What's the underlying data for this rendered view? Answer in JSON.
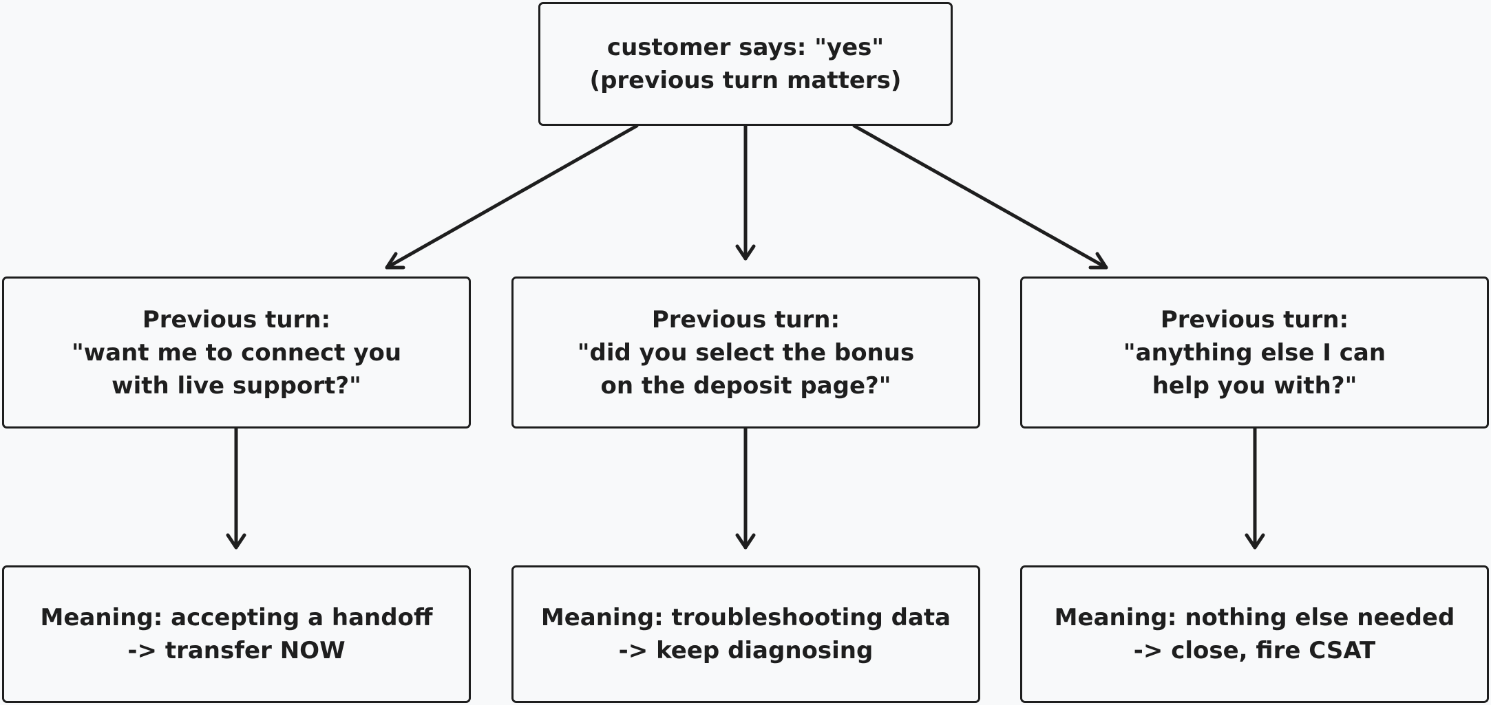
{
  "root": {
    "lines": [
      "customer says: \"yes\"",
      "(previous turn matters)"
    ]
  },
  "branches": [
    {
      "previous_turn": [
        "Previous turn:",
        "\"want me to connect you",
        "with live support?\""
      ],
      "meaning": [
        "Meaning: accepting a handoff",
        "-> transfer NOW"
      ]
    },
    {
      "previous_turn": [
        "Previous turn:",
        "\"did you select the bonus",
        "on the deposit page?\""
      ],
      "meaning": [
        "Meaning: troubleshooting data",
        "-> keep diagnosing"
      ]
    },
    {
      "previous_turn": [
        "Previous turn:",
        "\"anything else I can",
        "help you with?\""
      ],
      "meaning": [
        "Meaning: nothing else needed",
        "-> close, fire CSAT"
      ]
    }
  ],
  "colors": {
    "background": "#f8f9fa",
    "stroke": "#1e1e1e"
  }
}
